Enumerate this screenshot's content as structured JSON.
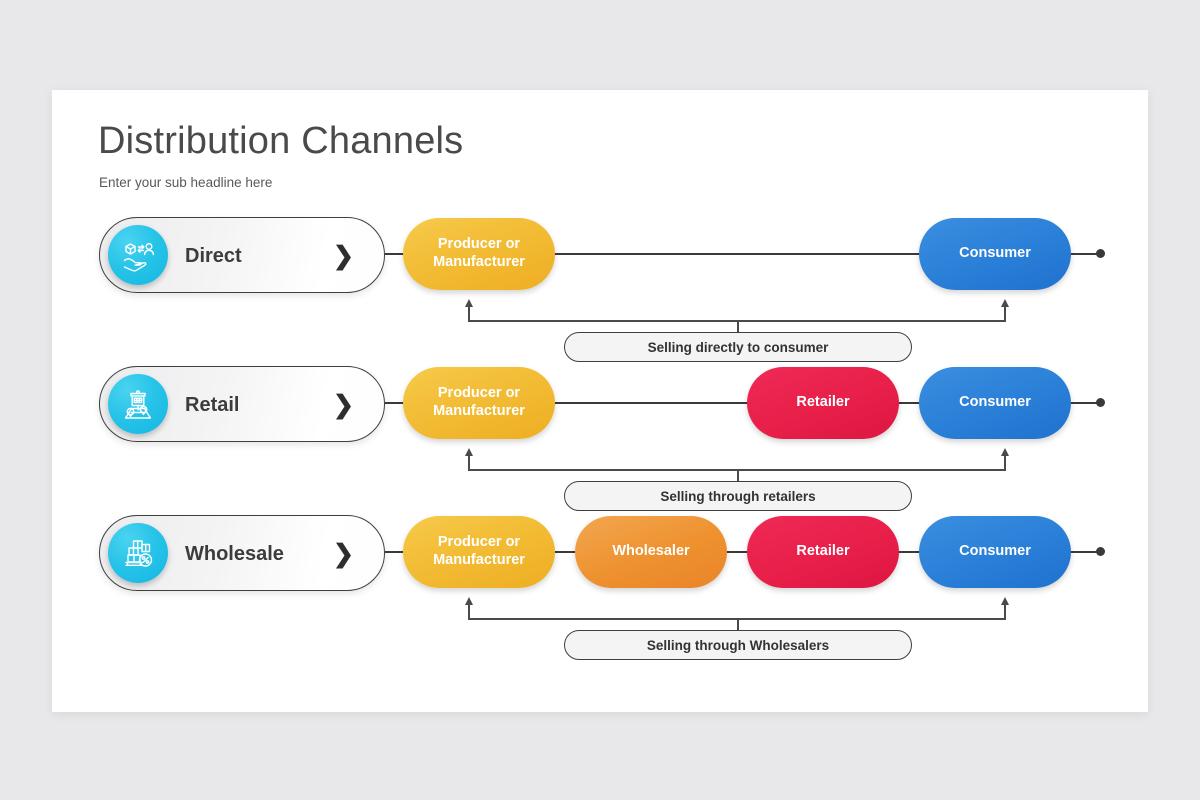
{
  "header": {
    "title": "Distribution Channels",
    "subtitle": "Enter your sub headline here"
  },
  "colors": {
    "background": "#e8e8ea",
    "card": "#ffffff",
    "icon_circle": "#28c4e8",
    "producer": "#f0bc35",
    "wholesaler": "#ee912f",
    "retailer": "#e71f49",
    "consumer": "#2b80d8",
    "line": "#3a3a3a",
    "title_text": "#4a4a4a"
  },
  "rows": [
    {
      "label": "Direct",
      "icon": "hand-package-person-icon",
      "chevron": "❯",
      "caption": "Selling directly to consumer",
      "nodes": [
        {
          "name": "producer",
          "line1": "Producer or",
          "line2": "Manufacturer"
        },
        {
          "name": "consumer",
          "line1": "Consumer",
          "line2": ""
        }
      ]
    },
    {
      "label": "Retail",
      "icon": "storefront-map-pin-icon",
      "chevron": "❯",
      "caption": "Selling through retailers",
      "nodes": [
        {
          "name": "producer",
          "line1": "Producer or",
          "line2": "Manufacturer"
        },
        {
          "name": "retailer",
          "line1": "Retailer",
          "line2": ""
        },
        {
          "name": "consumer",
          "line1": "Consumer",
          "line2": ""
        }
      ]
    },
    {
      "label": "Wholesale",
      "icon": "boxes-pallet-percent-icon",
      "chevron": "❯",
      "caption": "Selling through Wholesalers",
      "nodes": [
        {
          "name": "producer",
          "line1": "Producer or",
          "line2": "Manufacturer"
        },
        {
          "name": "wholesaler",
          "line1": "Wholesaler",
          "line2": ""
        },
        {
          "name": "retailer",
          "line1": "Retailer",
          "line2": ""
        },
        {
          "name": "consumer",
          "line1": "Consumer",
          "line2": ""
        }
      ]
    }
  ]
}
